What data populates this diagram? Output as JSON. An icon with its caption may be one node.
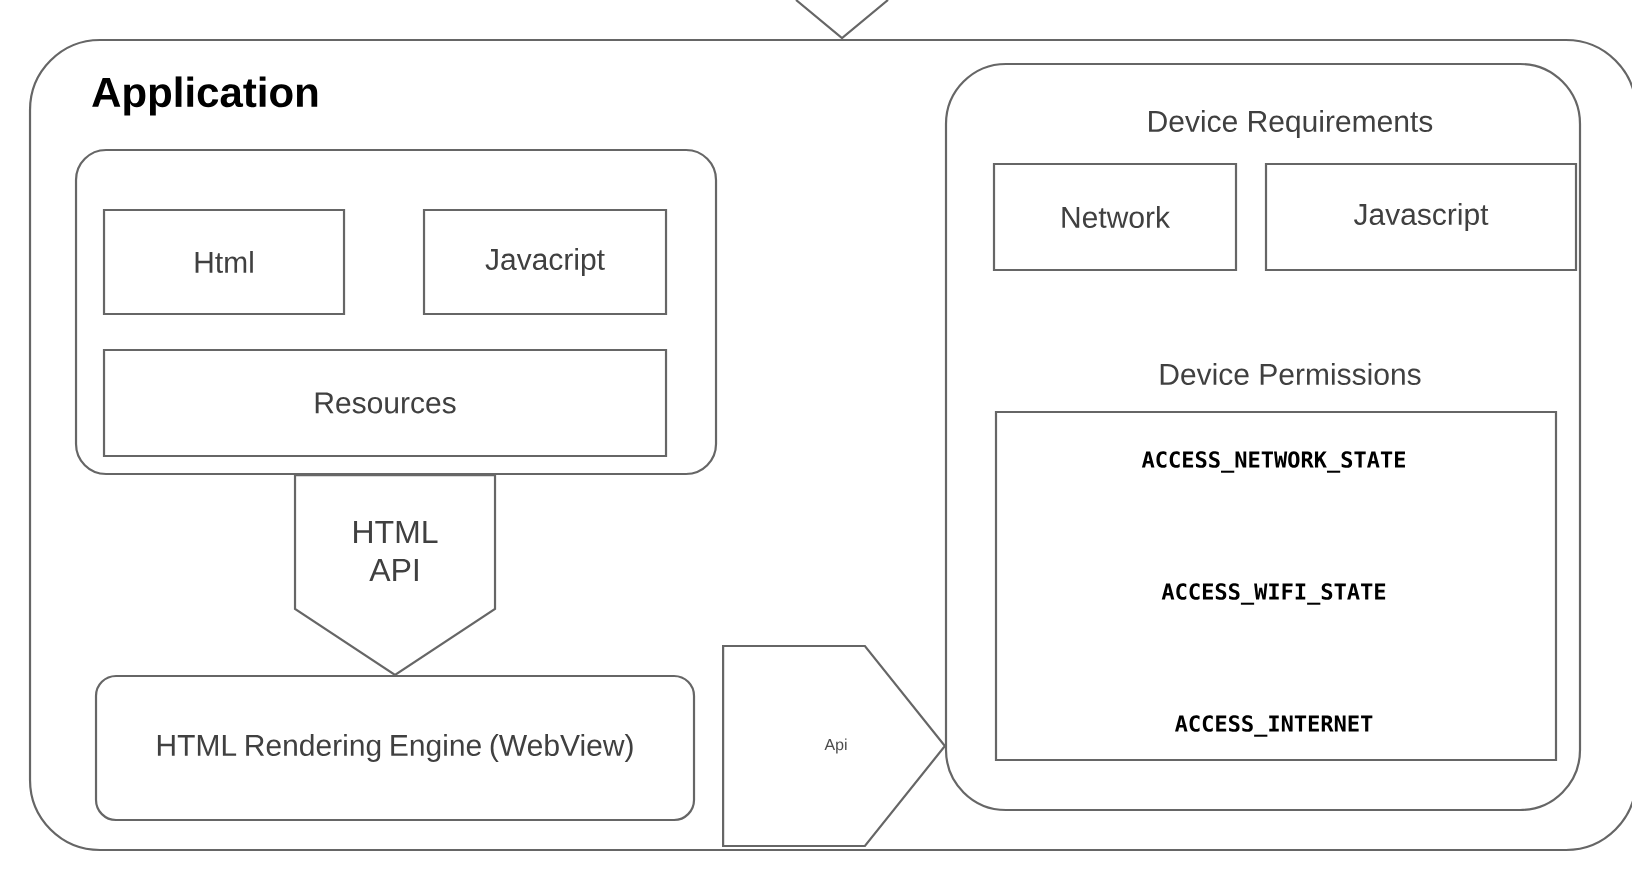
{
  "diagram": {
    "nodes": [
      {
        "text": [
          "Application"
        ]
      },
      {
        "text": [],
        "shape": "box",
        "in": 0
      },
      {
        "text": [
          "Html"
        ],
        "in": 1
      },
      {
        "text": [
          "Javacript"
        ],
        "in": 1
      },
      {
        "text": [
          "Resources"
        ],
        "in": 1
      },
      {
        "text": [
          "HTML Rendering Engine (WebView)"
        ],
        "in": 0
      },
      {
        "text": [
          "Device Requirements"
        ],
        "in": 0
      },
      {
        "text": [
          "Network"
        ],
        "in": 6
      },
      {
        "text": [
          "Javascript"
        ],
        "in": 6
      },
      {
        "text": [
          "Device Permissions",
          "ACCESS_NETWORK_STATE",
          "ACCESS_WIFI_STATE",
          "ACCESS_INTERNET"
        ],
        "in": 6
      }
    ],
    "edges": [
      {
        "from": 1,
        "to": 5,
        "arrow": "to",
        "label": "HTML API"
      },
      {
        "from": 5,
        "to": 6,
        "arrow": "to",
        "label": "Api"
      }
    ]
  }
}
